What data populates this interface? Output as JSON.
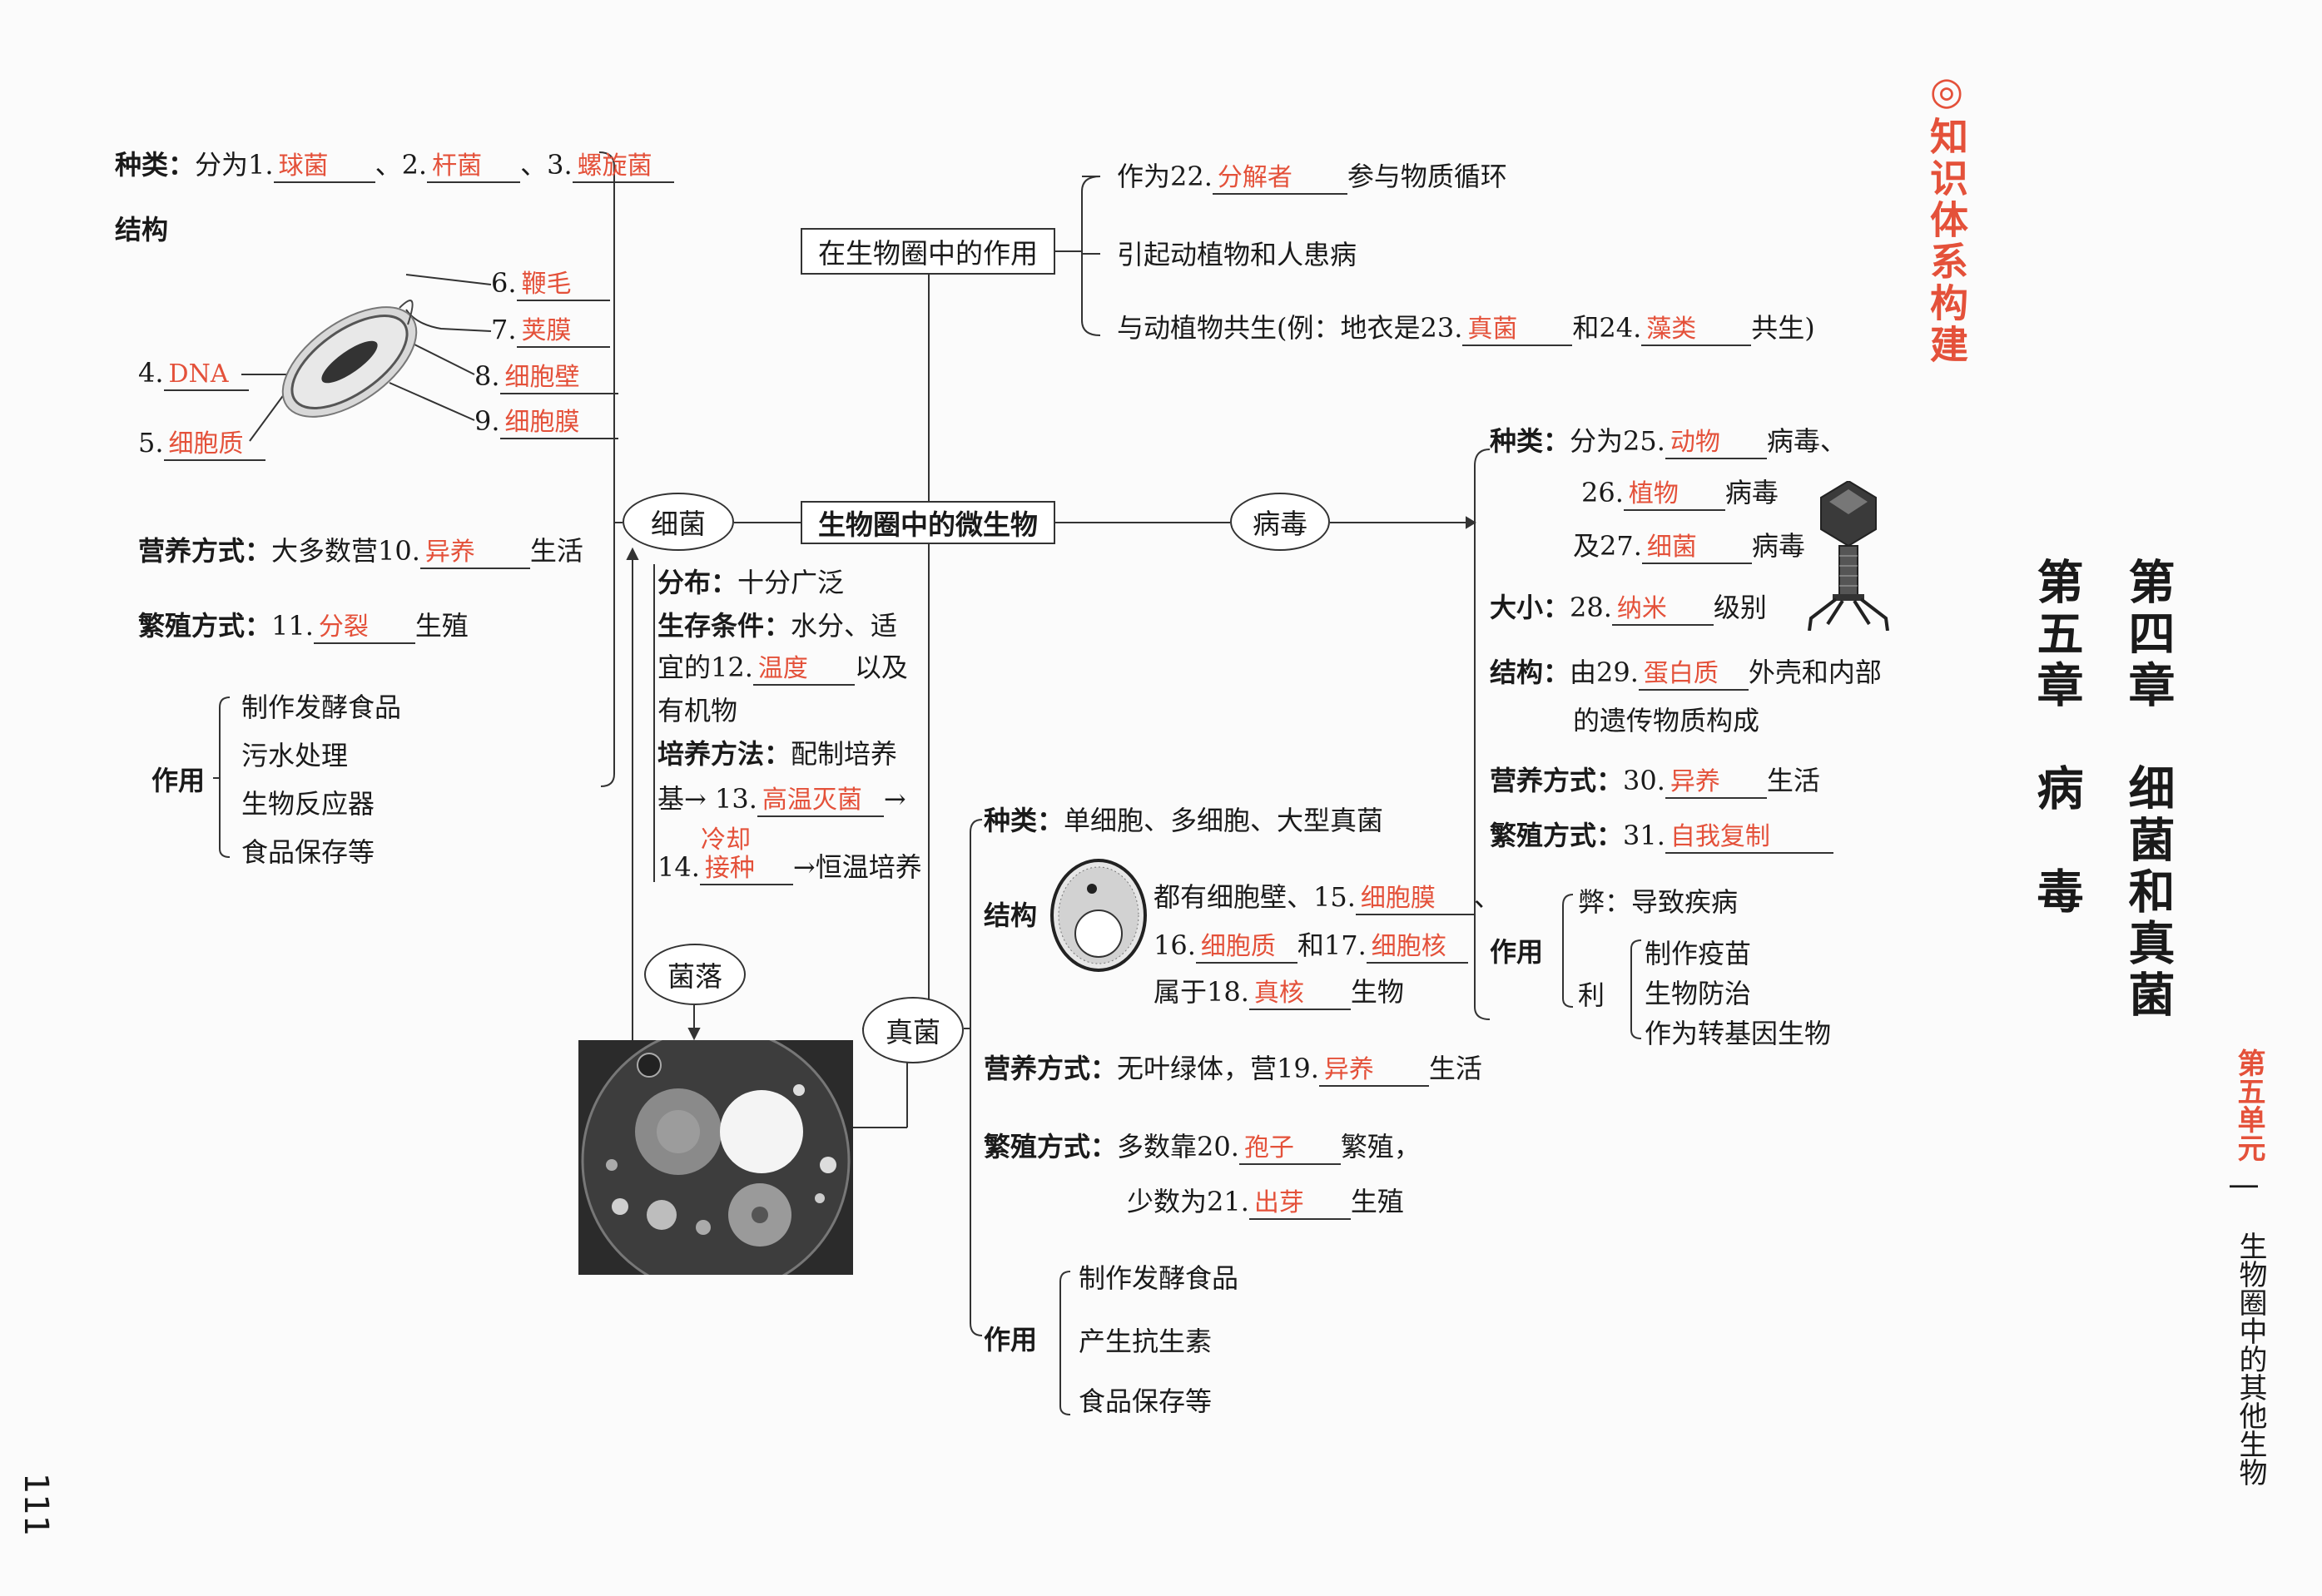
{
  "header": {
    "section_title": "◎知识体系构建",
    "chapter4": "第四章　细菌和真菌",
    "chapter5": "第五章　病　毒",
    "unit": "第五单元",
    "unit_sep": "|",
    "unit_sub": "生物圈中的其他生物",
    "page_number": "111"
  },
  "center": {
    "main": "生物圈中的微生物",
    "role": "在生物圈中的作用",
    "bacteria": "细菌",
    "virus": "病毒",
    "fungi": "真菌",
    "colony": "菌落"
  },
  "role_items": {
    "item1_pre": "作为22.",
    "item1_ans": "分解者",
    "item1_post": "参与物质循环",
    "item2": "引起动植物和人患病",
    "item3_pre": "与动植物共生(例：地衣是23.",
    "item3_ans1": "真菌",
    "item3_mid": "和24.",
    "item3_ans2": "藻类",
    "item3_post": "共生)"
  },
  "bacteria": {
    "kinds_label": "种类：",
    "kinds_pre": "分为1.",
    "a1": "球菌",
    "sep1": "、2.",
    "a2": "杆菌",
    "sep2": "、3.",
    "a3": "螺旋菌",
    "structure_label": "结构",
    "n6": "6.",
    "a6": "鞭毛",
    "n7": "7.",
    "a7": "荚膜",
    "n8": "8.",
    "a8": "细胞壁",
    "n9": "9.",
    "a9": "细胞膜",
    "n4": "4.",
    "a4": "DNA",
    "n5": "5.",
    "a5": "细胞质",
    "nutrition_label": "营养方式：",
    "nutrition_pre": "大多数营10.",
    "a10": "异养",
    "nutrition_post": "生活",
    "repro_label": "繁殖方式：",
    "repro_pre": "11.",
    "a11": "分裂",
    "repro_post": "生殖",
    "use_label": "作用",
    "uses": [
      "制作发酵食品",
      "污水处理",
      "生物反应器",
      "食品保存等"
    ]
  },
  "culture": {
    "dist_label": "分布：",
    "dist": "十分广泛",
    "cond_label": "生存条件：",
    "cond1": "水分、适",
    "cond2_pre": "宜的12.",
    "a12": "温度",
    "cond2_post": "以及",
    "cond3": "有机物",
    "method_label": "培养方法：",
    "method1": "配制培养",
    "method2_pre": "基→ 13.",
    "a13": "高温灭菌",
    "arrow": "→",
    "a_cool": "冷却",
    "method3_pre": "14.",
    "a14": "接种",
    "method3_post": "→恒温培养"
  },
  "virus": {
    "kinds_label": "种类：",
    "kinds_pre": "分为25.",
    "a25": "动物",
    "kinds_post1": "病毒、",
    "n26": "26.",
    "a26": "植物",
    "post26": "病毒",
    "pre27": "及27.",
    "a27": "细菌",
    "post27": "病毒",
    "size_label": "大小：",
    "n28": "28.",
    "a28": "纳米",
    "size_post": "级别",
    "struct_label": "结构：",
    "struct_pre": "由29.",
    "a29": "蛋白质",
    "struct_post": "外壳和内部",
    "struct_line2": "的遗传物质构成",
    "nut_label": "营养方式：",
    "n30": "30.",
    "a30": "异养",
    "nut_post": "生活",
    "repro_label": "繁殖方式：",
    "n31": "31.",
    "a31": "自我复制",
    "use_label": "作用",
    "harm_label": "弊：",
    "harm": "导致疾病",
    "benefit_label": "利",
    "benefits": [
      "制作疫苗",
      "生物防治",
      "作为转基因生物"
    ]
  },
  "fungi": {
    "kinds_label": "种类：",
    "kinds": "单细胞、多细胞、大型真菌",
    "struct_label": "结构",
    "struct1_pre": "都有细胞壁、15.",
    "a15": "细胞膜",
    "struct1_post": "、",
    "n16": "16.",
    "a16": "细胞质",
    "mid17": "和17.",
    "a17": "细胞核",
    "pre18": "属于18.",
    "a18": "真核",
    "post18": "生物",
    "nut_label": "营养方式：",
    "nut_pre": "无叶绿体，营19.",
    "a19": "异养",
    "nut_post": "生活",
    "repro_label": "繁殖方式：",
    "repro_pre": "多数靠20.",
    "a20": "孢子",
    "repro_post": "繁殖，",
    "repro2_pre": "少数为21.",
    "a21": "出芽",
    "repro2_post": "生殖",
    "use_label": "作用",
    "uses": [
      "制作发酵食品",
      "产生抗生素",
      "食品保存等"
    ]
  },
  "colors": {
    "answer": "#e4513a",
    "heading": "#e4513a",
    "line": "#333333"
  }
}
